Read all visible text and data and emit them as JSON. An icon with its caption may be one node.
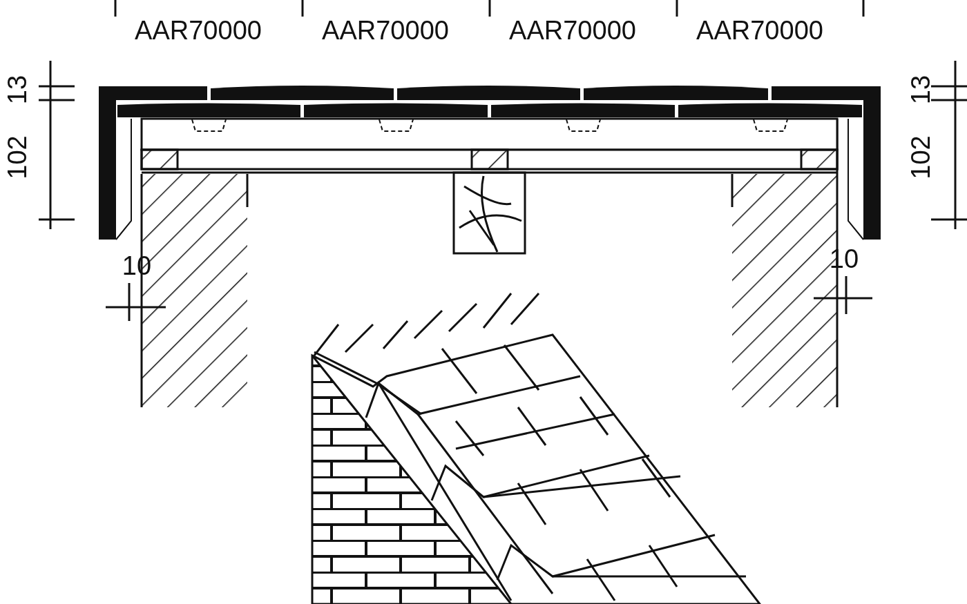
{
  "diagram": {
    "labels": [
      "AAR70000",
      "AAR70000",
      "AAR70000",
      "AAR70000",
      "13",
      "13",
      "102",
      "102",
      "10",
      "10"
    ]
  }
}
